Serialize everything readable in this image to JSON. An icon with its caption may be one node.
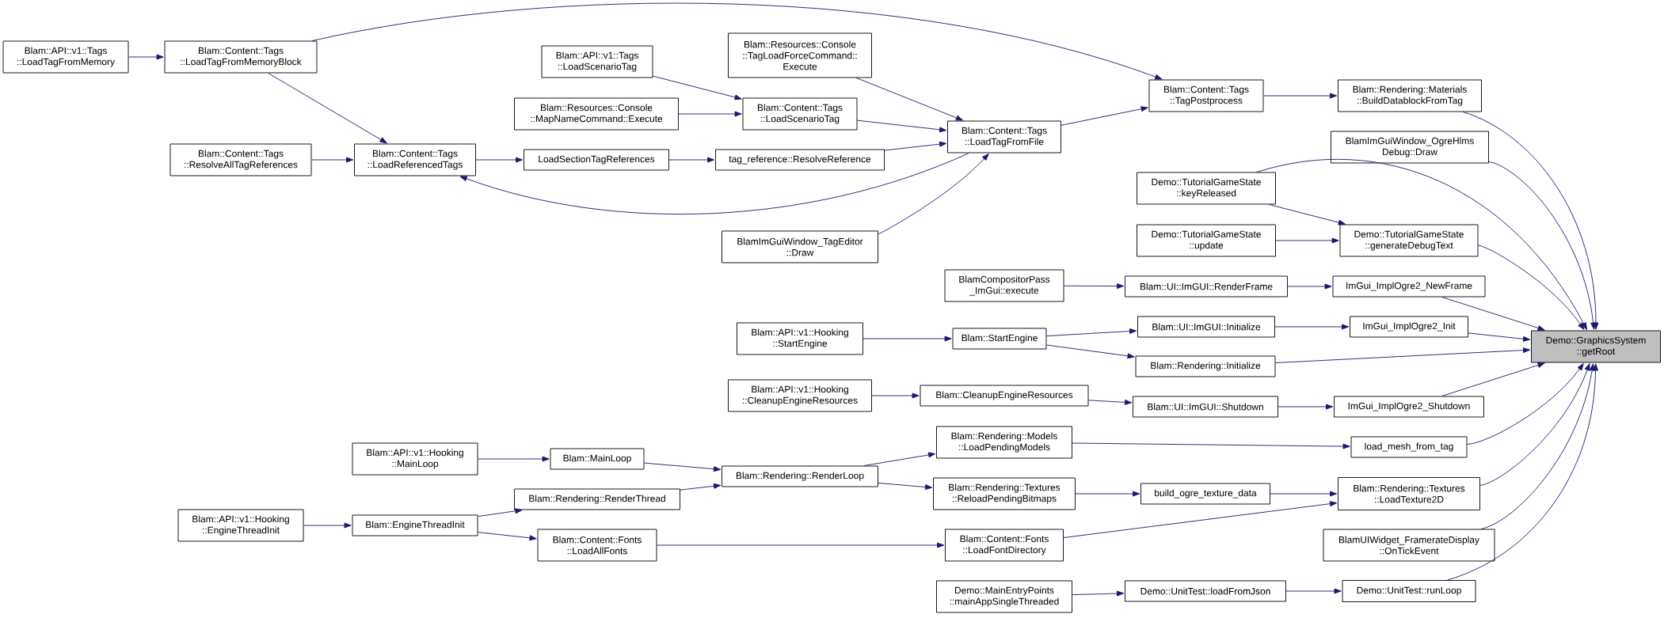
{
  "diagram": {
    "nodes": [
      {
        "text": [
          "Blam::API::v1::Tags ::LoadTagFromMemory"
        ]
      },
      {
        "text": [
          "Blam::Content::Tags ::LoadTagFromMemoryBlock"
        ]
      },
      {
        "text": [
          "Blam::Content::Tags ::ResolveAllTagReferences"
        ]
      },
      {
        "text": [
          "Blam::API::v1::Hooking ::EngineThreadInit"
        ]
      },
      {
        "text": [
          "Blam::Content::Tags ::LoadReferencedTags"
        ]
      },
      {
        "text": [
          "Blam::API::v1::Hooking ::MainLoop"
        ]
      },
      {
        "text": [
          "Blam::EngineThreadInit"
        ]
      },
      {
        "text": [
          "Blam::API::v1::Tags ::LoadScenarioTag"
        ]
      },
      {
        "text": [
          "Blam::Resources::Console ::MapNameCommand::Execute"
        ]
      },
      {
        "text": [
          "LoadSectionTagReferences"
        ]
      },
      {
        "text": [
          "Blam::MainLoop"
        ]
      },
      {
        "text": [
          "Blam::Rendering::RenderThread"
        ]
      },
      {
        "text": [
          "Blam::Content::Fonts ::LoadAllFonts"
        ]
      },
      {
        "text": [
          "Blam::Resources::Console ::TagLoadForceCommand:: Execute"
        ]
      },
      {
        "text": [
          "Blam::Content::Tags ::LoadScenarioTag"
        ]
      },
      {
        "text": [
          "tag_reference::ResolveReference"
        ]
      },
      {
        "text": [
          "BlamImGuiWindow_TagEditor ::Draw"
        ]
      },
      {
        "text": [
          "Blam::API::v1::Hooking ::StartEngine"
        ]
      },
      {
        "text": [
          "Blam::API::v1::Hooking ::CleanupEngineResources"
        ]
      },
      {
        "text": [
          "Blam::Rendering::RenderLoop"
        ]
      },
      {
        "text": [
          "Blam::Content::Tags ::LoadTagFromFile"
        ]
      },
      {
        "text": [
          "BlamCompositorPass _ImGui::execute"
        ]
      },
      {
        "text": [
          "Blam::StartEngine"
        ]
      },
      {
        "text": [
          "Blam::CleanupEngineResources"
        ]
      },
      {
        "text": [
          "Blam::Rendering::Models ::LoadPendingModels"
        ]
      },
      {
        "text": [
          "Blam::Rendering::Textures ::ReloadPendingBitmaps"
        ]
      },
      {
        "text": [
          "Blam::Content::Fonts ::LoadFontDirectory"
        ]
      },
      {
        "text": [
          "Demo::MainEntryPoints ::mainAppSingleThreaded"
        ]
      },
      {
        "text": [
          "Blam::Content::Tags ::TagPostprocess"
        ]
      },
      {
        "text": [
          "Demo::TutorialGameState ::keyReleased"
        ]
      },
      {
        "text": [
          "Demo::TutorialGameState ::update"
        ]
      },
      {
        "text": [
          "Blam::UI::ImGUI::RenderFrame"
        ]
      },
      {
        "text": [
          "Blam::UI::ImGUI::Initialize"
        ]
      },
      {
        "text": [
          "Blam::Rendering::Initialize"
        ]
      },
      {
        "text": [
          "Blam::UI::ImGUI::Shutdown"
        ]
      },
      {
        "text": [
          "build_ogre_texture_data"
        ]
      },
      {
        "text": [
          "Demo::UnitTest::loadFromJson"
        ]
      },
      {
        "text": [
          "Blam::Rendering::Materials ::BuildDatablockFromTag"
        ]
      },
      {
        "text": [
          "BlamImGuiWindow_OgreHlms Debug::Draw"
        ]
      },
      {
        "text": [
          "Demo::TutorialGameState ::generateDebugText"
        ]
      },
      {
        "text": [
          "ImGui_ImplOgre2_NewFrame"
        ]
      },
      {
        "text": [
          "ImGui_ImplOgre2_Init"
        ]
      },
      {
        "text": [
          "ImGui_ImplOgre2_Shutdown"
        ]
      },
      {
        "text": [
          "load_mesh_from_tag"
        ]
      },
      {
        "text": [
          "Blam::Rendering::Textures ::LoadTexture2D"
        ]
      },
      {
        "text": [
          "BlamUIWidget_FramerateDisplay ::OnTickEvent"
        ]
      },
      {
        "text": [
          "Demo::UnitTest::runLoop"
        ]
      },
      {
        "text": [
          "Demo::GraphicsSystem ::getRoot"
        ]
      }
    ],
    "edges": [
      {
        "from": 0,
        "to": 1,
        "arrow": "to"
      },
      {
        "from": 1,
        "to": 28,
        "arrow": "to"
      },
      {
        "from": 1,
        "to": 4,
        "arrow": "to"
      },
      {
        "from": 2,
        "to": 4,
        "arrow": "to"
      },
      {
        "from": 4,
        "to": 9,
        "arrow": "to"
      },
      {
        "from": 20,
        "to": 4,
        "arrow": "to"
      },
      {
        "from": 9,
        "to": 15,
        "arrow": "to"
      },
      {
        "from": 15,
        "to": 20,
        "arrow": "to"
      },
      {
        "from": 7,
        "to": 14,
        "arrow": "to"
      },
      {
        "from": 8,
        "to": 14,
        "arrow": "to"
      },
      {
        "from": 14,
        "to": 20,
        "arrow": "to"
      },
      {
        "from": 13,
        "to": 20,
        "arrow": "to"
      },
      {
        "from": 16,
        "to": 20,
        "arrow": "to"
      },
      {
        "from": 20,
        "to": 28,
        "arrow": "to"
      },
      {
        "from": 28,
        "to": 37,
        "arrow": "to"
      },
      {
        "from": 37,
        "to": 47,
        "arrow": "to"
      },
      {
        "from": 38,
        "to": 47,
        "arrow": "to"
      },
      {
        "from": 29,
        "to": 47,
        "arrow": "to"
      },
      {
        "from": 29,
        "to": 39,
        "arrow": "to"
      },
      {
        "from": 30,
        "to": 39,
        "arrow": "to"
      },
      {
        "from": 39,
        "to": 47,
        "arrow": "to"
      },
      {
        "from": 21,
        "to": 31,
        "arrow": "to"
      },
      {
        "from": 31,
        "to": 40,
        "arrow": "to"
      },
      {
        "from": 40,
        "to": 47,
        "arrow": "to"
      },
      {
        "from": 17,
        "to": 22,
        "arrow": "to"
      },
      {
        "from": 22,
        "to": 32,
        "arrow": "to"
      },
      {
        "from": 22,
        "to": 33,
        "arrow": "to"
      },
      {
        "from": 32,
        "to": 41,
        "arrow": "to"
      },
      {
        "from": 41,
        "to": 47,
        "arrow": "to"
      },
      {
        "from": 33,
        "to": 47,
        "arrow": "to"
      },
      {
        "from": 18,
        "to": 23,
        "arrow": "to"
      },
      {
        "from": 23,
        "to": 34,
        "arrow": "to"
      },
      {
        "from": 34,
        "to": 42,
        "arrow": "to"
      },
      {
        "from": 42,
        "to": 47,
        "arrow": "to"
      },
      {
        "from": 24,
        "to": 43,
        "arrow": "to"
      },
      {
        "from": 43,
        "to": 47,
        "arrow": "to"
      },
      {
        "from": 25,
        "to": 35,
        "arrow": "to"
      },
      {
        "from": 35,
        "to": 44,
        "arrow": "to"
      },
      {
        "from": 26,
        "to": 44,
        "arrow": "to"
      },
      {
        "from": 44,
        "to": 47,
        "arrow": "to"
      },
      {
        "from": 45,
        "to": 47,
        "arrow": "to"
      },
      {
        "from": 27,
        "to": 36,
        "arrow": "to"
      },
      {
        "from": 36,
        "to": 46,
        "arrow": "to"
      },
      {
        "from": 46,
        "to": 47,
        "arrow": "to"
      },
      {
        "from": 5,
        "to": 10,
        "arrow": "to"
      },
      {
        "from": 10,
        "to": 19,
        "arrow": "to"
      },
      {
        "from": 11,
        "to": 19,
        "arrow": "to"
      },
      {
        "from": 19,
        "to": 24,
        "arrow": "to"
      },
      {
        "from": 19,
        "to": 25,
        "arrow": "to"
      },
      {
        "from": 3,
        "to": 6,
        "arrow": "to"
      },
      {
        "from": 6,
        "to": 11,
        "arrow": "to"
      },
      {
        "from": 6,
        "to": 12,
        "arrow": "to"
      },
      {
        "from": 12,
        "to": 26,
        "arrow": "to"
      }
    ]
  }
}
